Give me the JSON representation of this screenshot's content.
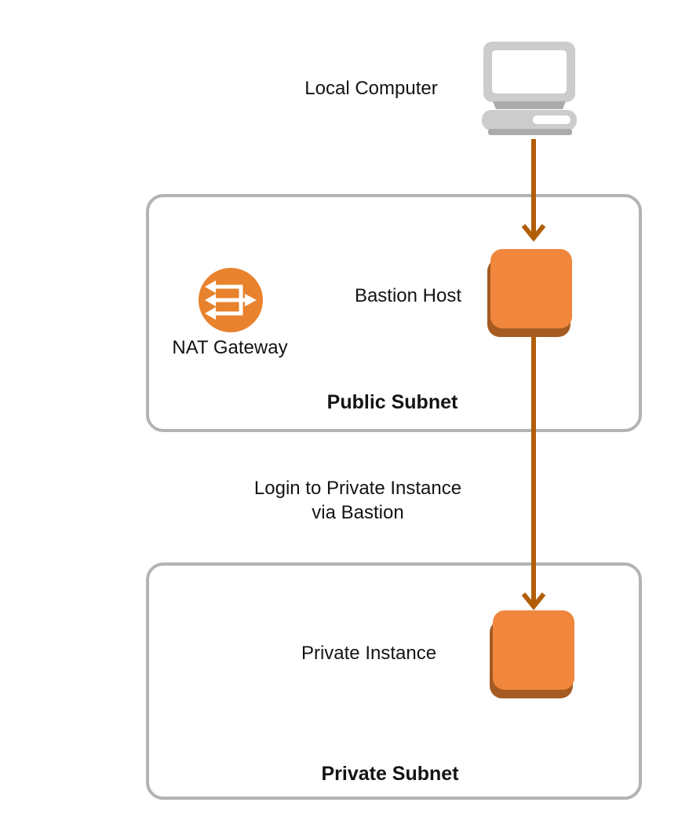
{
  "colors": {
    "background": "#FFFFFF",
    "orange": "#F0873D",
    "orange-shadow": "#A55B22",
    "nat-circle": "#E8822D",
    "arrow": "#B25E08",
    "box-border": "#B3B3B3",
    "gray-light": "#CCCCCC",
    "gray-mid": "#ABABAB",
    "text": "#141414"
  },
  "nodes": {
    "local_computer": {
      "label": "Local Computer",
      "icon": "computer-icon"
    },
    "nat_gateway": {
      "label": "NAT Gateway",
      "icon": "nat-gateway-icon"
    },
    "bastion_host": {
      "label": "Bastion Host",
      "icon": "instance-icon"
    },
    "private_instance": {
      "label": "Private Instance",
      "icon": "instance-icon"
    }
  },
  "containers": {
    "public_subnet": {
      "label": "Public Subnet"
    },
    "private_subnet": {
      "label": "Private Subnet"
    }
  },
  "edges": {
    "local_to_bastion": {
      "from": "local_computer",
      "to": "bastion_host"
    },
    "bastion_to_private": {
      "from": "bastion_host",
      "to": "private_instance",
      "label_lines": [
        "Login to Private Instance",
        "via Bastion"
      ]
    }
  }
}
